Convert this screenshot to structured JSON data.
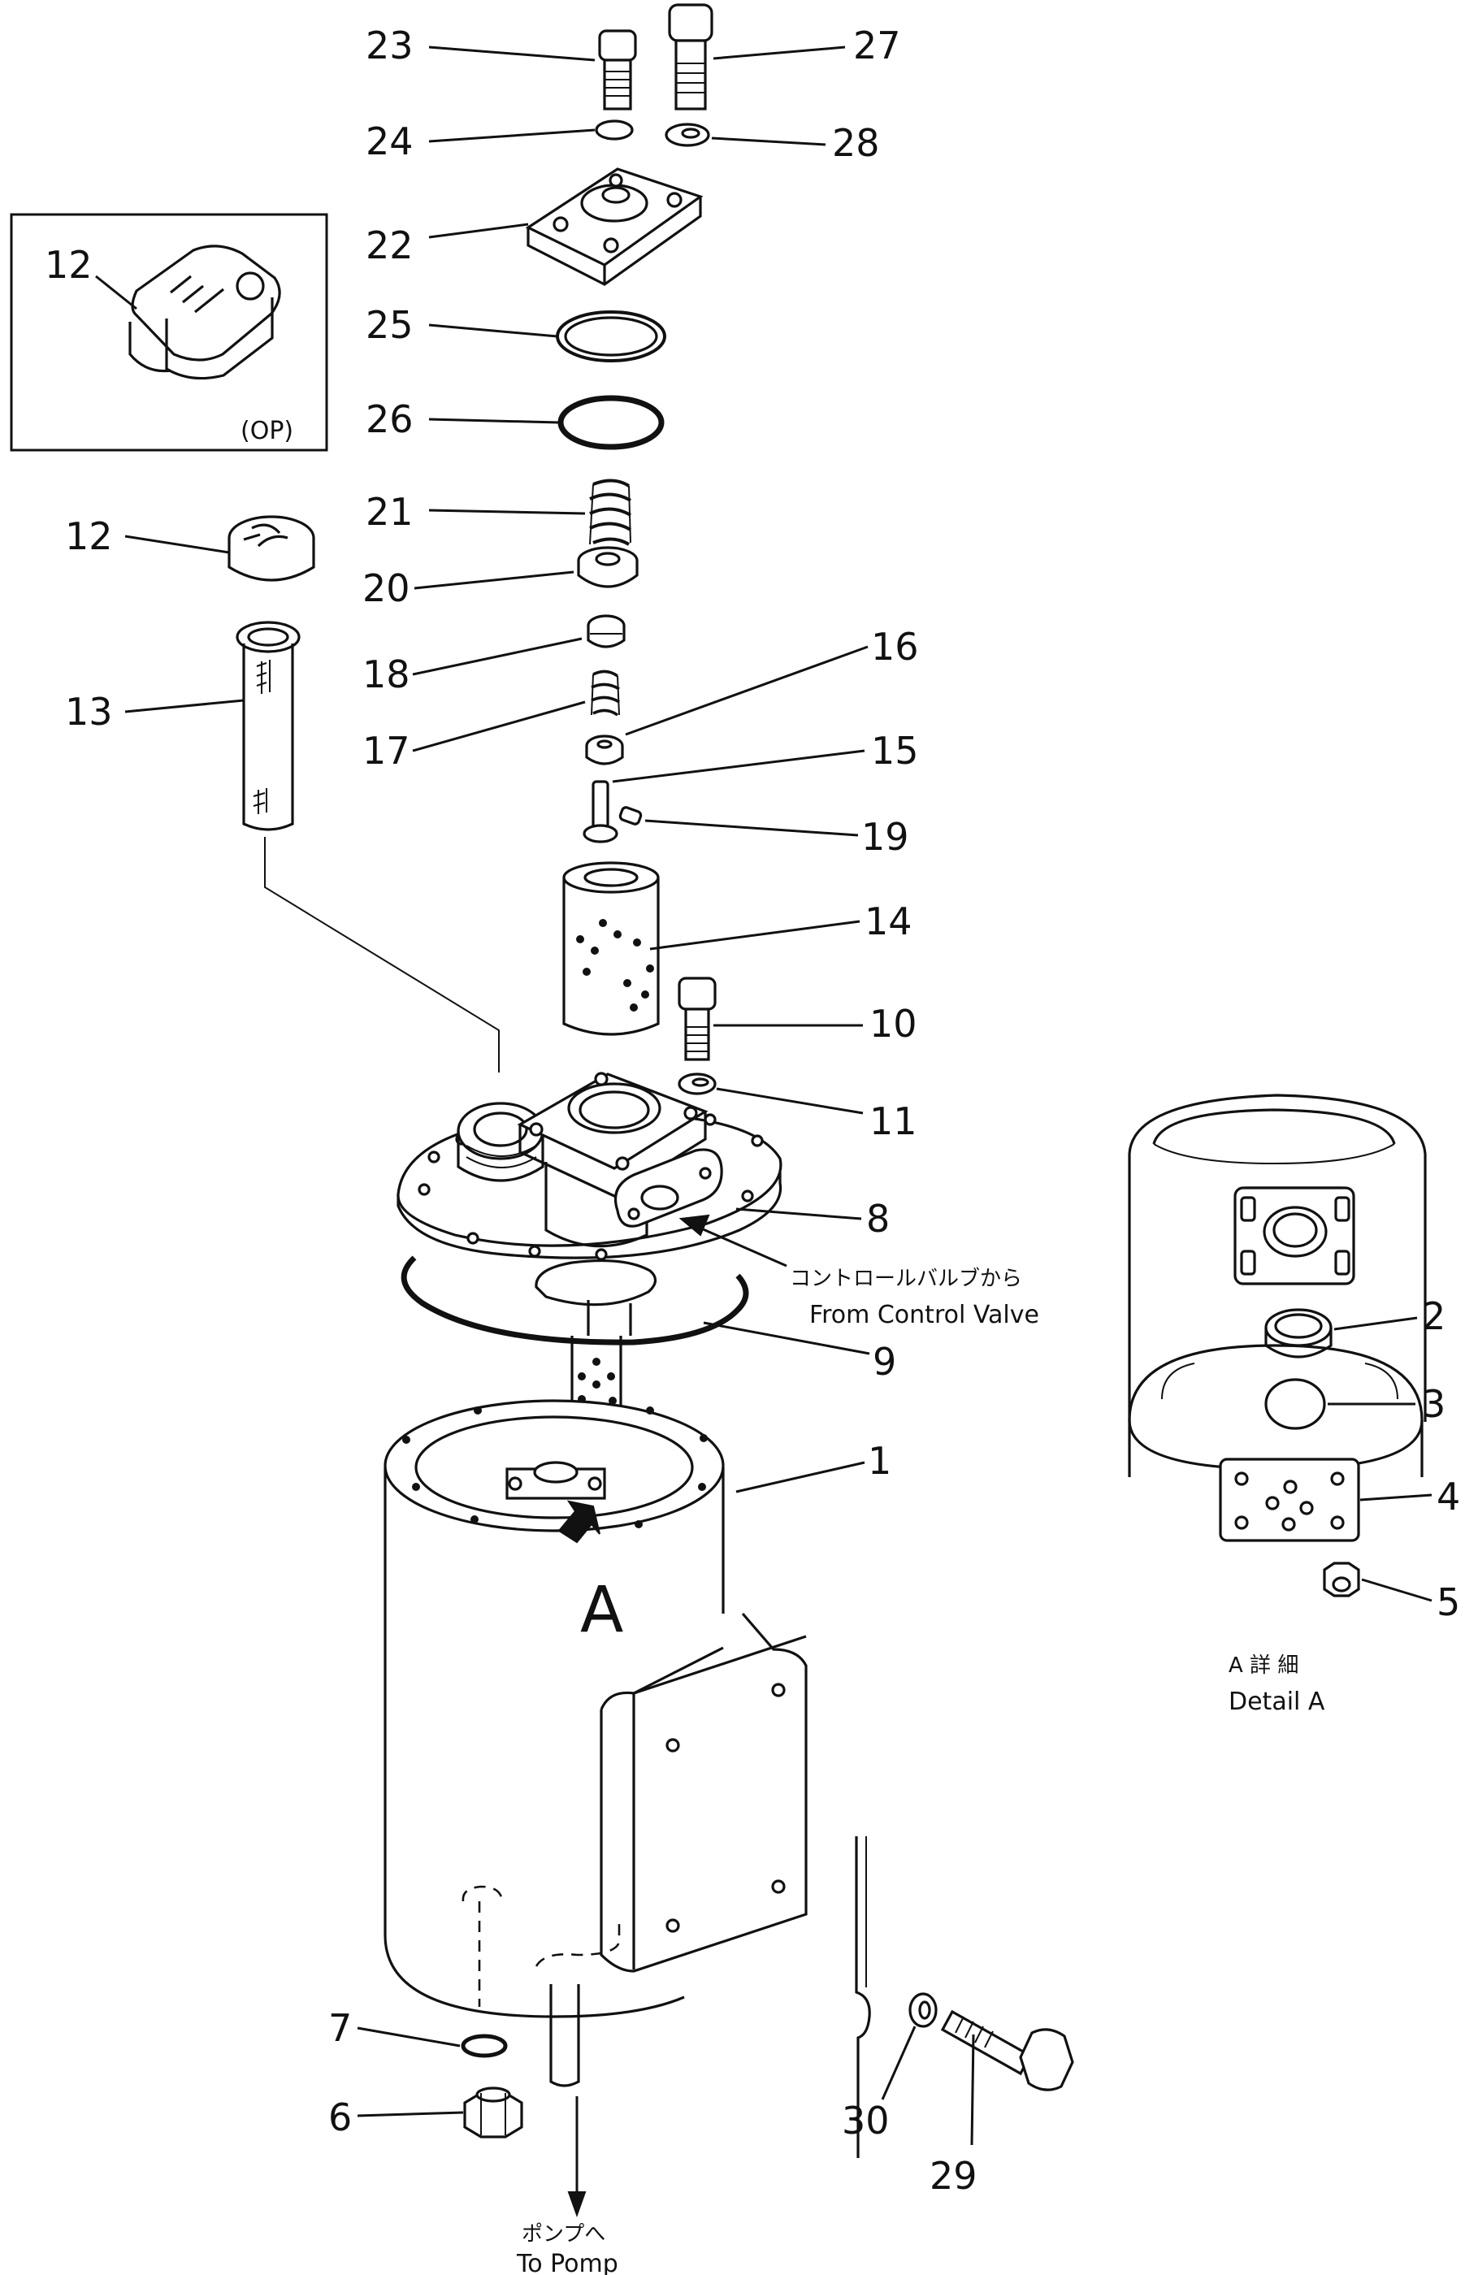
{
  "callouts": {
    "c1": "1",
    "c2": "2",
    "c3": "3",
    "c4": "4",
    "c5": "5",
    "c6": "6",
    "c7": "7",
    "c8": "8",
    "c9": "9",
    "c10": "10",
    "c11": "11",
    "c12_inset": "12",
    "c12": "12",
    "c13": "13",
    "c14": "14",
    "c15": "15",
    "c16": "16",
    "c17": "17",
    "c18": "18",
    "c19": "19",
    "c20": "20",
    "c21": "21",
    "c22": "22",
    "c23": "23",
    "c24": "24",
    "c25": "25",
    "c26": "26",
    "c27": "27",
    "c28": "28",
    "c29": "29",
    "c30": "30"
  },
  "inset": {
    "option_label": "(OP)"
  },
  "annotations": {
    "from_control_valve_jp": "コントロールバルブから",
    "from_control_valve_en": "From Control Valve",
    "to_pump_jp": "ポンプへ",
    "to_pump_en": "To Pomp",
    "view_marker": "A",
    "detail_a_jp": "A 詳 細",
    "detail_a_en": "Detail A"
  }
}
